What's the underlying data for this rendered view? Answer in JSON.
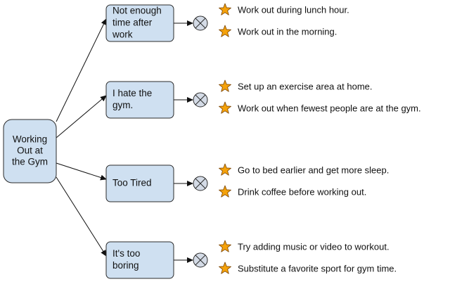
{
  "colors": {
    "node_fill": "#cfe0f1",
    "node_stroke": "#2b2b2b",
    "line": "#111111",
    "star_fill": "#f5a20a",
    "star_stroke": "#7a4300",
    "xcircle_fill": "#d4dbe6"
  },
  "root": {
    "lines": [
      "Working",
      "Out at",
      "the Gym"
    ]
  },
  "branches": [
    {
      "lines": [
        "Not enough",
        "time after",
        "work"
      ],
      "solutions": [
        "Work out during lunch hour.",
        "Work out in the morning."
      ]
    },
    {
      "lines": [
        "I hate the",
        "gym."
      ],
      "solutions": [
        "Set up an exercise area at home.",
        "Work out when fewest people are at the gym."
      ]
    },
    {
      "lines": [
        "Too Tired"
      ],
      "solutions": [
        "Go to bed earlier and get more sleep.",
        "Drink coffee before working out."
      ]
    },
    {
      "lines": [
        "It's too",
        "boring"
      ],
      "solutions": [
        "Try adding music or video to workout.",
        "Substitute a favorite sport for gym time."
      ]
    }
  ]
}
